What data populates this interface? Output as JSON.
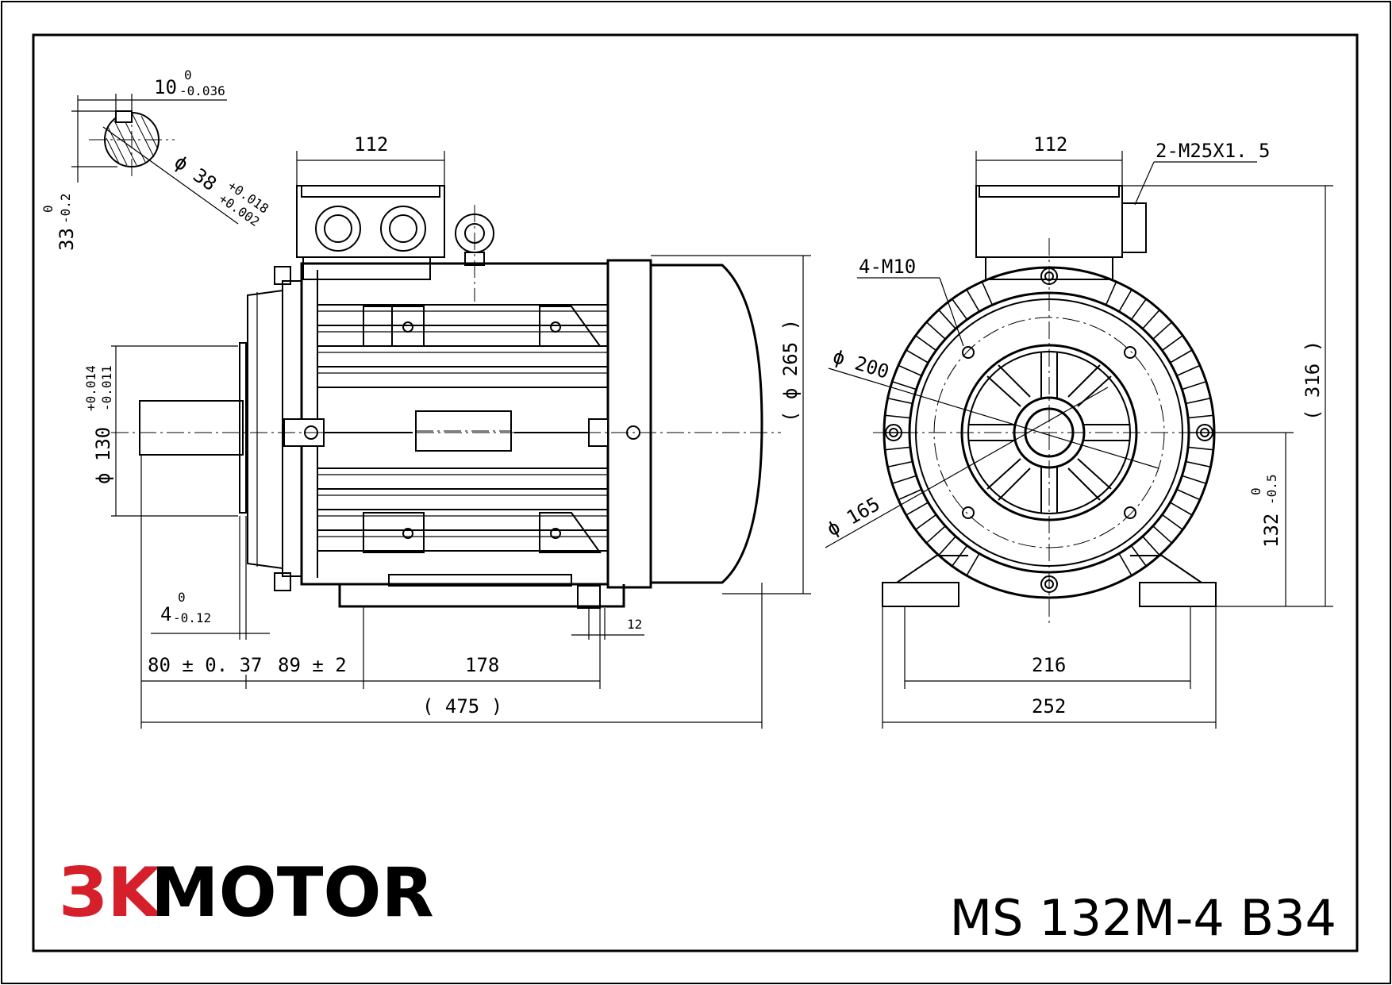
{
  "drawing": {
    "brand": {
      "logo_mark": "ЗK",
      "name": "MOTOR",
      "logo_color": "#d51f2a"
    },
    "model": "MS 132M-4 B34",
    "key_section": {
      "key_width": "10",
      "key_width_tol_upper": "0",
      "key_width_tol_lower": "-0.036",
      "key_height": "33",
      "key_height_tol_upper": "0",
      "key_height_tol_lower": "-0.2",
      "shaft_dia": "ϕ 38",
      "shaft_dia_tol_upper": "+0.018",
      "shaft_dia_tol_lower": "+0.002"
    },
    "side_view": {
      "terminal_box_width": "112",
      "spigot_dia": "ϕ 130",
      "spigot_tol_upper": "+0.014",
      "spigot_tol_lower": "-0.011",
      "body_dia": "( ϕ 265 )",
      "flange_thickness": "4",
      "flange_tol_upper": "0",
      "flange_tol_lower": "-0.12",
      "foot_hole": "12",
      "shaft_length": "80 ± 0. 37",
      "shaft_to_foot": "89 ± 2",
      "foot_spacing": "178",
      "overall_length": "( 475 )"
    },
    "end_view": {
      "terminal_box_width": "112",
      "cable_gland": "2-M25X1. 5",
      "flange_bolts": "4-M10",
      "pcd": "ϕ 200",
      "spigot_pitch": "ϕ 165",
      "overall_height": "( 316 )",
      "shaft_height": "132",
      "shaft_height_tol_upper": "0",
      "shaft_height_tol_lower": "-0.5",
      "foot_hole_spacing": "216",
      "foot_width": "252"
    }
  }
}
